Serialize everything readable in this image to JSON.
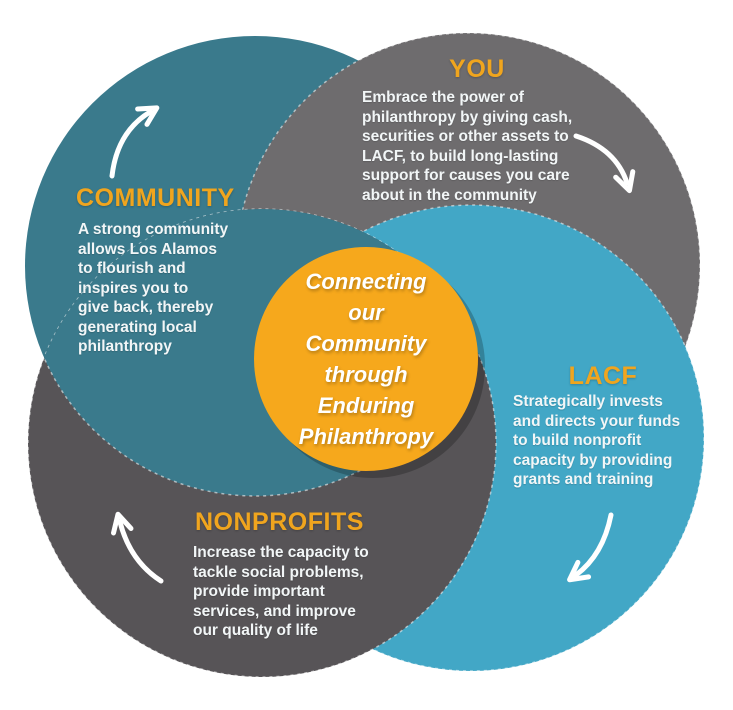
{
  "colors": {
    "community_teal": "#3A7A8C",
    "you_gray": "#6E6C6E",
    "lacf_blue": "#42A7C6",
    "nonprofits_gray": "#575457",
    "center_yellow": "#F6A81C",
    "heading_gold": "#F0A51E",
    "body_text": "#F2F6F7",
    "center_text": "#FFFFFF",
    "arrow_white": "#FFFFFF"
  },
  "icons": {
    "arrows": [
      "curved-arrow-up-right",
      "curved-arrow-down-right",
      "curved-arrow-down-left",
      "curved-arrow-up-left"
    ]
  },
  "center": {
    "lines": [
      "Connecting",
      "our",
      "Community",
      "through",
      "Enduring",
      "Philanthropy"
    ]
  },
  "sections": {
    "you": {
      "title": "YOU",
      "lines": [
        "Embrace the power of",
        "philanthropy by giving cash,",
        "securities or other assets to",
        "LACF, to build long-lasting",
        "support for causes you care",
        "about in the community"
      ]
    },
    "community": {
      "title": "COMMUNITY",
      "lines": [
        "A strong community",
        "allows Los Alamos",
        "to flourish and",
        "inspires you to",
        "give back, thereby",
        "generating local",
        "philanthropy"
      ]
    },
    "lacf": {
      "title": "LACF",
      "lines": [
        "Strategically invests",
        "and directs your funds",
        "to build nonprofit",
        "capacity by providing",
        "grants and training"
      ]
    },
    "nonprofits": {
      "title": "NONPROFITS",
      "lines": [
        "Increase the capacity to",
        "tackle social problems,",
        "provide important",
        "services, and improve",
        "our quality of life"
      ]
    }
  }
}
